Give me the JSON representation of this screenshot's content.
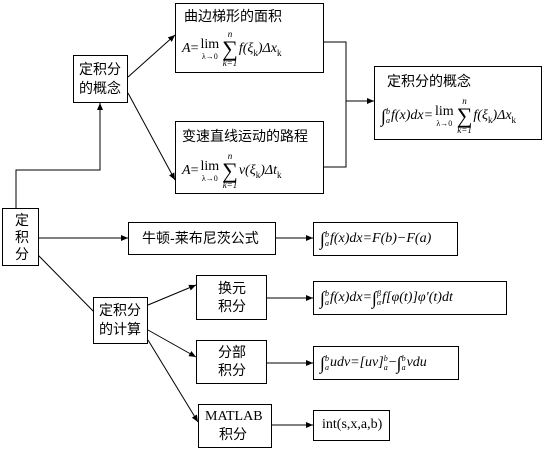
{
  "nodes": {
    "root": {
      "line1": "定",
      "line2": "积",
      "line3": "分"
    },
    "concept": {
      "line1": "定积分",
      "line2": "的概念"
    },
    "area": {
      "title": "曲边梯形的面积",
      "lhs": "A",
      "eq": "=",
      "lim_word": "lim",
      "lim_sub": "λ→0",
      "sum_top": "n",
      "sum_bot": "k=1",
      "body": "f(ξ",
      "body_sub": "k",
      "body_close": ")Δx",
      "body_sub2": "k"
    },
    "distance": {
      "title": "变速直线运动的路程",
      "lhs": "A",
      "eq": "=",
      "lim_word": "lim",
      "lim_sub": "λ→0",
      "sum_top": "n",
      "sum_bot": "k=1",
      "body": "v(ξ",
      "body_sub": "k",
      "body_close": ")Δt",
      "body_sub2": "k"
    },
    "definition": {
      "title": "定积分的概念",
      "int_hi": "b",
      "int_lo": "a",
      "integrand": "f(x)dx=",
      "lim_word": "lim",
      "lim_sub": "λ→0",
      "sum_top": "n",
      "sum_bot": "k=1",
      "body": "f(ξ",
      "body_sub": "k",
      "body_close": ")Δx",
      "body_sub2": "k"
    },
    "newton": {
      "label": "牛顿-莱布尼茨公式"
    },
    "newton_formula": {
      "int_hi": "b",
      "int_lo": "a",
      "text": "f(x)dx=F(b)−F(a)"
    },
    "compute": {
      "line1": "定积分",
      "line2": "的计算"
    },
    "substitution": {
      "line1": "换元",
      "line2": "积分"
    },
    "substitution_formula": {
      "int_hi": "b",
      "int_lo": "a",
      "left": "f(x)dx=",
      "int2_hi": "β",
      "int2_lo": "α",
      "right": "f[φ(t)]φ′(t)dt"
    },
    "parts": {
      "line1": "分部",
      "line2": "积分"
    },
    "parts_formula": {
      "int_hi": "b",
      "int_lo": "a",
      "left": "udv=[uv]",
      "bar_hi": "b",
      "bar_lo": "a",
      "minus": "−",
      "int2_hi": "b",
      "int2_lo": "a",
      "right": "vdu"
    },
    "matlab": {
      "line1": "MATLAB",
      "line2": "积分"
    },
    "matlab_formula": {
      "text": "int(s,x,a,b)"
    }
  }
}
